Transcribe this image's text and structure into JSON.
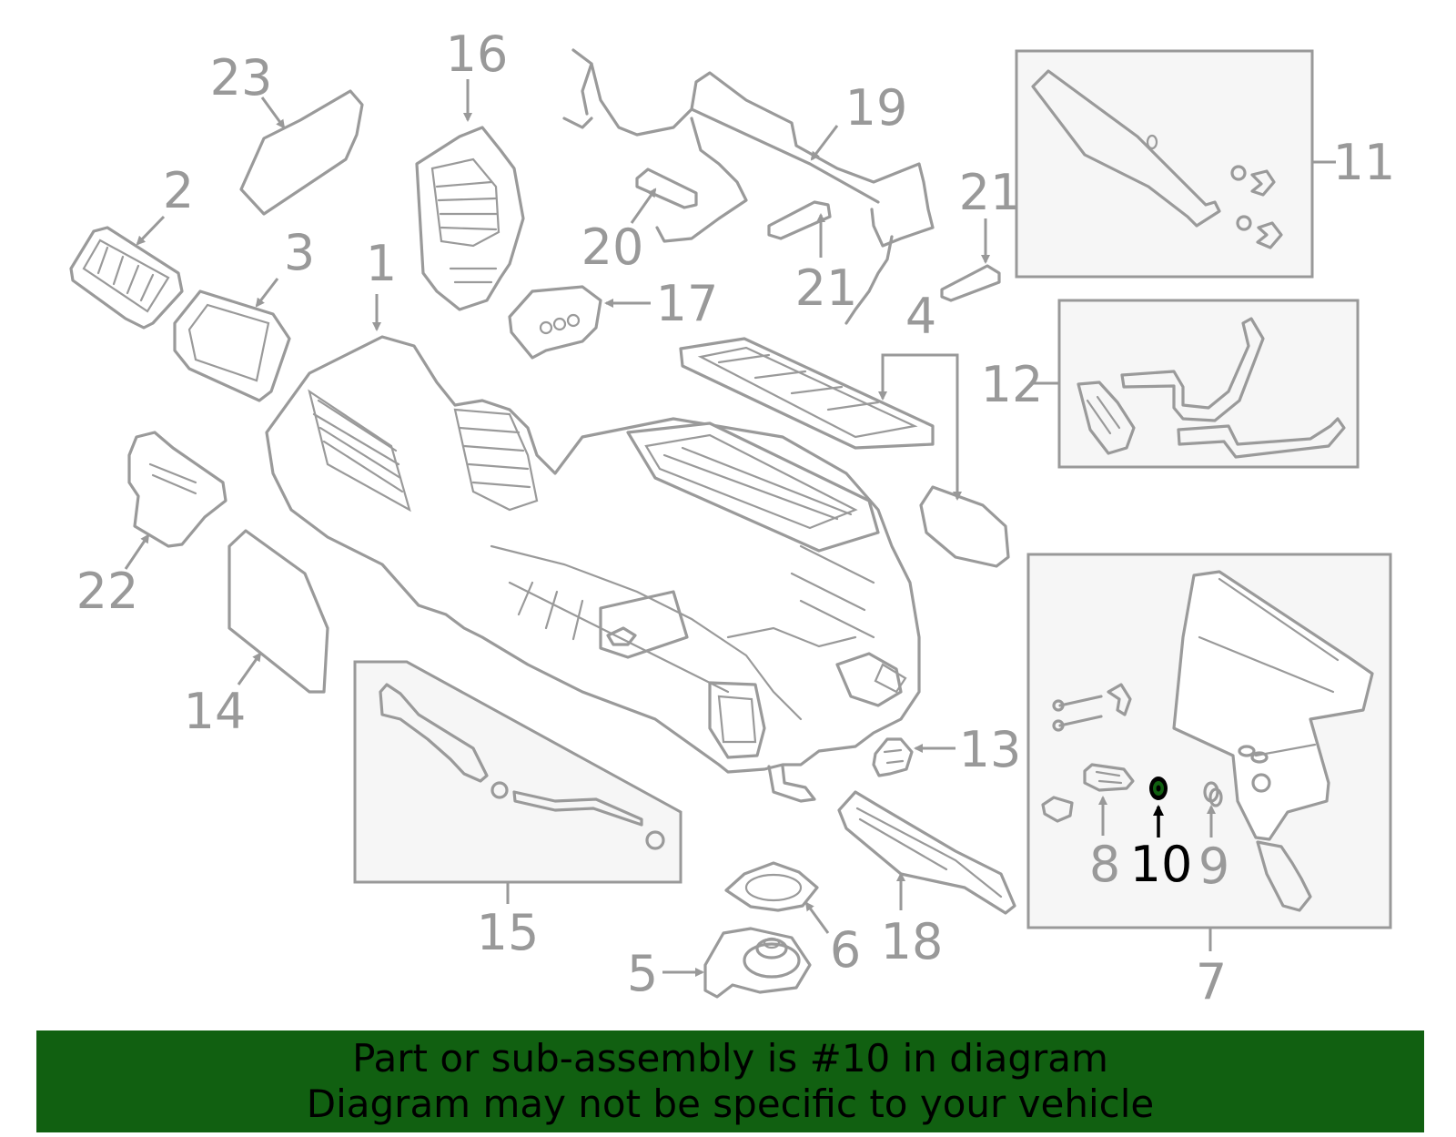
{
  "labels": {
    "l1": "1",
    "l2": "2",
    "l3": "3",
    "l4": "4",
    "l5": "5",
    "l6": "6",
    "l7": "7",
    "l8": "8",
    "l9": "9",
    "l10": "10",
    "l11": "11",
    "l12": "12",
    "l13": "13",
    "l14": "14",
    "l15": "15",
    "l16": "16",
    "l17": "17",
    "l18": "18",
    "l19": "19",
    "l20": "20",
    "l21a": "21",
    "l21b": "21",
    "l22": "22",
    "l23": "23"
  },
  "highlighted_part": "10",
  "colors": {
    "label": "#999999",
    "highlight": "#000000",
    "banner": "#116011",
    "box_fill": "#f6f6f6"
  },
  "banner": {
    "line1": "Part or sub-assembly is #10 in diagram",
    "line2": "Diagram may not be specific to your vehicle"
  }
}
